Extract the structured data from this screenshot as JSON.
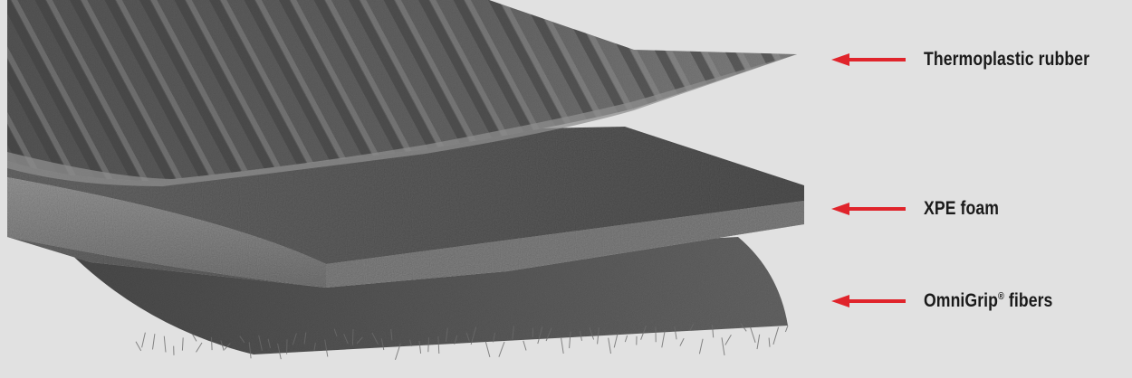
{
  "callouts": [
    {
      "label": "Thermoplastic rubber"
    },
    {
      "label": "XPE foam"
    },
    {
      "label": "OmniGrip",
      "suffix": "®",
      "after": " fibers"
    }
  ],
  "colors": {
    "background": "#e1e1e1",
    "arrow": "#e0242b",
    "rubber": "#626262",
    "foam": "#7a7a7a",
    "fibers": "#565656",
    "label": "#1a1a1a"
  }
}
